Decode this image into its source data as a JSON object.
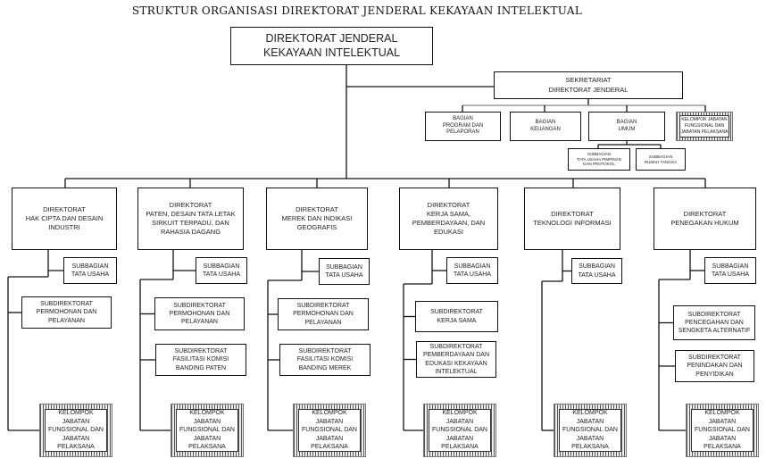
{
  "title": "STRUKTUR ORGANISASI DIREKTORAT JENDERAL KEKAYAAN INTELEKTUAL",
  "top": "DIREKTORAT JENDERAL\nKEKAYAAN INTELEKTUAL",
  "secretariat": {
    "label": "SEKRETARIAT\nDIREKTORAT JENDERAL",
    "bagian": [
      "BAGIAN\nPROGRAM DAN\nPELAPORAN",
      "BAGIAN\nKEUANGAN",
      "BAGIAN\nUMUM"
    ],
    "kelompok": "KELOMPOK JABATAN\nFUNGSIONAL DAN\nJABATAN PELAKSANA",
    "subbagian_umum": [
      "SUBBAGIAN\nTATA USAHA PIMPINAN\nDAN PROTOKOL",
      "SUBBAGIAN\nRUMAH TANGGA"
    ]
  },
  "directorates": [
    {
      "name": "DIREKTORAT\nHAK CIPTA DAN DESAIN\nINDUSTRI",
      "subbagian": "SUBBAGIAN\nTATA USAHA",
      "subdirs": [
        "SUBDIREKTORAT\nPERMOHONAN DAN\nPELAYANAN"
      ],
      "kelompok": "KELOMPOK JABATAN\nFUNGSIONAL DAN\nJABATAN PELAKSANA"
    },
    {
      "name": "DIREKTORAT\nPATEN, DESAIN TATA LETAK\nSIRKUIT TERPADU, DAN\nRAHASIA DAGANG",
      "subbagian": "SUBBAGIAN\nTATA USAHA",
      "subdirs": [
        "SUBDIREKTORAT\nPERMOHONAN DAN\nPELAYANAN",
        "SUBDIREKTORAT\nFASILITASI KOMISI\nBANDING PATEN"
      ],
      "kelompok": "KELOMPOK JABATAN\nFUNGSIONAL DAN\nJABATAN PELAKSANA"
    },
    {
      "name": "DIREKTORAT\nMEREK DAN INDIKASI\nGEOGRAFIS",
      "subbagian": "SUBBAGIAN\nTATA USAHA",
      "subdirs": [
        "SUBDIREKTORAT\nPERMOHONAN DAN\nPELAYANAN",
        "SUBDIREKTORAT\nFASILITASI KOMISI\nBANDING MEREK"
      ],
      "kelompok": "KELOMPOK JABATAN\nFUNGSIONAL DAN\nJABATAN PELAKSANA"
    },
    {
      "name": "DIREKTORAT\nKERJA SAMA,\nPEMBERDAYAAN, DAN\nEDUKASI",
      "subbagian": "SUBBAGIAN\nTATA USAHA",
      "subdirs": [
        "SUBDIREKTORAT\nKERJA SAMA",
        "SUBDIREKTORAT\nPEMBERDAYAAN DAN\nEDUKASI KEKAYAAN\nINTELEKTUAL"
      ],
      "kelompok": "KELOMPOK JABATAN\nFUNGSIONAL DAN\nJABATAN PELAKSANA"
    },
    {
      "name": "DIREKTORAT\nTEKNOLOGI INFORMASI",
      "subbagian": "SUBBAGIAN\nTATA USAHA",
      "subdirs": [],
      "kelompok": "KELOMPOK JABATAN\nFUNGSIONAL DAN\nJABATAN PELAKSANA"
    },
    {
      "name": "DIREKTORAT\nPENEGAKAN HUKUM",
      "subbagian": "SUBBAGIAN\nTATA USAHA",
      "subdirs": [
        "SUBDIREKTORAT\nPENCEGAHAN DAN\nSENGKETA ALTERNATIF",
        "SUBDIREKTORAT\nPENINDAKAN DAN\nPENYIDIKAN"
      ],
      "kelompok": "KELOMPOK JABATAN\nFUNGSIONAL DAN\nJABATAN PELAKSANA"
    }
  ]
}
